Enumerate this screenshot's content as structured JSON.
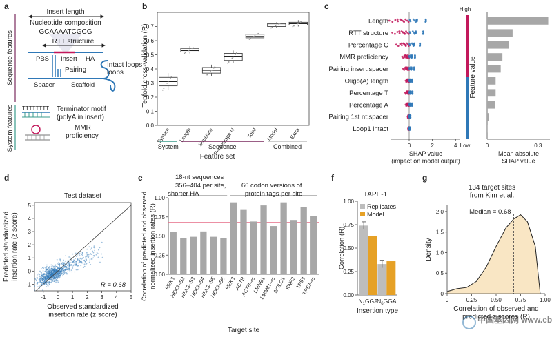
{
  "colors": {
    "magenta": "#c2185b",
    "blue": "#2f78b7",
    "orange": "#e6a126",
    "teal": "#3a9b8c",
    "purple": "#7a2a5e",
    "grey_bar": "#a7a7a7",
    "light_grey": "#bdbdbd",
    "cream": "#f9e6c4",
    "pink_line": "#e66b86"
  },
  "panel_a": {
    "letter": "a",
    "seq_features": "Sequence features",
    "sys_features": "System features",
    "insert_length": "Insert length",
    "nucleotide_composition": "Nucleotide composition",
    "sequence": "GCAAAATCGCG",
    "rtt_structure": "RTT structure",
    "pbs": "PBS",
    "insert": "Insert",
    "ha": "HA",
    "pairing": "Pairing",
    "intact_loops": "Intact loops",
    "spacer": "Spacer",
    "scaffold": "Scaffold",
    "tttttttt": "TTTTTTTT",
    "terminator_motif": "Terminator motif",
    "polya": "(polyA in insert)",
    "mmr1": "MMR",
    "mmr2": "proficiency"
  },
  "panel_b": {
    "letter": "b",
    "chart_data": {
      "type": "box",
      "ylabel": "Tenfold cross-validation (R)",
      "xlabel": "Feature set",
      "ylim": [
        0,
        0.8
      ],
      "yticks": [
        0,
        0.1,
        0.2,
        0.3,
        0.4,
        0.5,
        0.6,
        0.7
      ],
      "categories": [
        "System",
        "Length",
        "Structure",
        "Percentage N",
        "Total",
        "Model",
        "Extra"
      ],
      "medians": [
        0.31,
        0.53,
        0.39,
        0.49,
        0.63,
        0.71,
        0.72
      ],
      "q1": [
        0.28,
        0.52,
        0.37,
        0.46,
        0.62,
        0.7,
        0.71
      ],
      "q3": [
        0.34,
        0.545,
        0.41,
        0.51,
        0.645,
        0.72,
        0.73
      ],
      "whisker_low": [
        0.25,
        0.51,
        0.35,
        0.44,
        0.61,
        0.69,
        0.7
      ],
      "whisker_high": [
        0.37,
        0.56,
        0.43,
        0.53,
        0.66,
        0.73,
        0.745
      ],
      "reference_line": 0.71,
      "groups": [
        {
          "name": "System",
          "from": 0,
          "to": 0
        },
        {
          "name": "Sequence",
          "from": 1,
          "to": 4
        },
        {
          "name": "Combined",
          "from": 5,
          "to": 6
        }
      ]
    }
  },
  "panel_c": {
    "letter": "c",
    "chart_data": {
      "type": "bar",
      "features": [
        "Length",
        "RTT structure",
        "Percentage C",
        "MMR proficiency",
        "Pairing insert:spacer",
        "Oligo(A) length",
        "Percentage T",
        "Percentage A",
        "Pairing 1st nt:spacer",
        "Loop1 intact"
      ],
      "mean_abs_shap": [
        0.36,
        0.15,
        0.13,
        0.09,
        0.08,
        0.05,
        0.05,
        0.045,
        0.01,
        0.003
      ],
      "shap_spread": [
        2.0,
        1.7,
        1.3,
        0.7,
        0.6,
        0.35,
        0.4,
        0.35,
        0.15,
        0.1
      ],
      "xlabel_left": "SHAP value\n(impact on model output)",
      "xticks_left": [
        0,
        2,
        4
      ],
      "xlabel_right": "Mean absolute\nSHAP value",
      "xticks_right": [
        "0",
        "0.3"
      ],
      "colorbar_label": "Feature value",
      "colorbar_high": "High",
      "colorbar_low": "Low"
    }
  },
  "panel_d": {
    "letter": "d",
    "chart_data": {
      "type": "scatter",
      "title": "Test dataset",
      "xlabel": "Observed standardized\ninsertion rate (z score)",
      "ylabel": "Predicted standardized\ninsertion rate (z score)",
      "xlim": [
        -1.6,
        5
      ],
      "ylim": [
        -1.5,
        5.2
      ],
      "xticks": [
        -1,
        0,
        1,
        2,
        3,
        4,
        5
      ],
      "yticks": [
        -1,
        0,
        1,
        2,
        3,
        4,
        5
      ],
      "annotation": "R = 0.68"
    }
  },
  "panel_e": {
    "letter": "e",
    "chart_data": {
      "type": "bar",
      "ylabel": "Correlation of predicted and observed\nnormalized insertion rates (R)",
      "xlabel": "Target site",
      "ylim": [
        0,
        1
      ],
      "yticks": [
        0,
        0.25,
        0.5,
        0.75,
        1.0
      ],
      "reference_line": 0.68,
      "group1_title": "18-nt sequences\n356–404 per site,\nshorter HA",
      "group2_title": "66 codon versions of\nprotein tags per site",
      "categories": [
        "HEK3",
        "HEK3–S2",
        "HEK3–S3",
        "HEK3–S4",
        "HEK3–S5",
        "HEK3–S6",
        "HEK3",
        "ACTB",
        "ACTB–rc",
        "LMNB1",
        "LMNB1–rc",
        "NOLC1",
        "RNF2",
        "TP53",
        "TP53–rc"
      ],
      "values": [
        0.55,
        0.47,
        0.49,
        0.56,
        0.49,
        0.47,
        0.94,
        0.85,
        0.69,
        0.9,
        0.63,
        0.94,
        0.71,
        0.88,
        0.76
      ]
    }
  },
  "panel_f": {
    "letter": "f",
    "chart_data": {
      "type": "bar",
      "title": "TAPE-1",
      "ylabel": "Correlation (R)",
      "xlabel": "Insertion type",
      "ylim": [
        0,
        1
      ],
      "yticks": [
        0,
        0.25,
        0.5,
        0.75,
        1.0
      ],
      "categories": [
        "N1GGA",
        "N6GGA"
      ],
      "series": [
        {
          "name": "Replicates",
          "values": [
            0.74,
            0.33
          ]
        },
        {
          "name": "Model",
          "values": [
            0.63,
            0.36
          ]
        }
      ]
    }
  },
  "panel_g": {
    "letter": "g",
    "chart_data": {
      "type": "area",
      "title": "134 target sites\nfrom Kim et al.",
      "xlabel": "Correlation of observed and\npredicted z scores (R)",
      "ylabel": "Density",
      "xlim": [
        0,
        1.0
      ],
      "ylim": [
        0,
        2.15
      ],
      "xticks": [
        0,
        0.25,
        0.5,
        0.75,
        1.0
      ],
      "yticks": [
        0,
        0.5,
        1.0,
        1.5,
        2.0
      ],
      "x": [
        0.0,
        0.1,
        0.2,
        0.3,
        0.4,
        0.5,
        0.6,
        0.68,
        0.75,
        0.82,
        0.9,
        0.95
      ],
      "y": [
        0.05,
        0.12,
        0.15,
        0.3,
        0.65,
        1.15,
        1.6,
        1.82,
        1.92,
        1.75,
        1.15,
        0.0
      ],
      "median": 0.68,
      "median_label": "Median = 0.68"
    }
  },
  "watermark": "中国基因网 www.ebiotrade.com"
}
